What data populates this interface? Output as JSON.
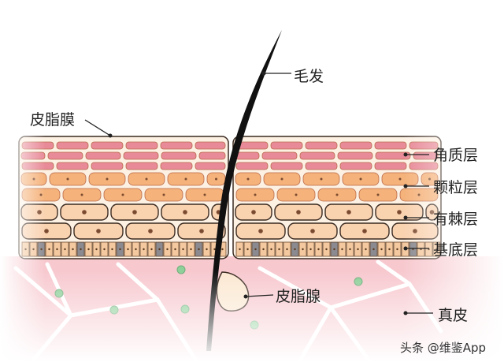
{
  "labels": {
    "hair": "毛发",
    "sebum_film": "皮脂膜",
    "stratum_corneum": "角质层",
    "stratum_granulosum": "颗粒层",
    "stratum_spinosum": "有棘层",
    "stratum_basale": "基底层",
    "sebaceous_gland": "皮脂腺",
    "dermis": "真皮"
  },
  "watermark": "头条 @维鉴App",
  "colors": {
    "corneum": "#e88a98",
    "granulosum": "#f5b27a",
    "spinosum": "#f9d2b0",
    "basale": "#f4c9a0",
    "basale_dark": "#8a8a90",
    "dermis": "#f7c9cf",
    "hair": "#111111",
    "gland": "#fbe8d2",
    "dots": "#8fcf9a"
  }
}
